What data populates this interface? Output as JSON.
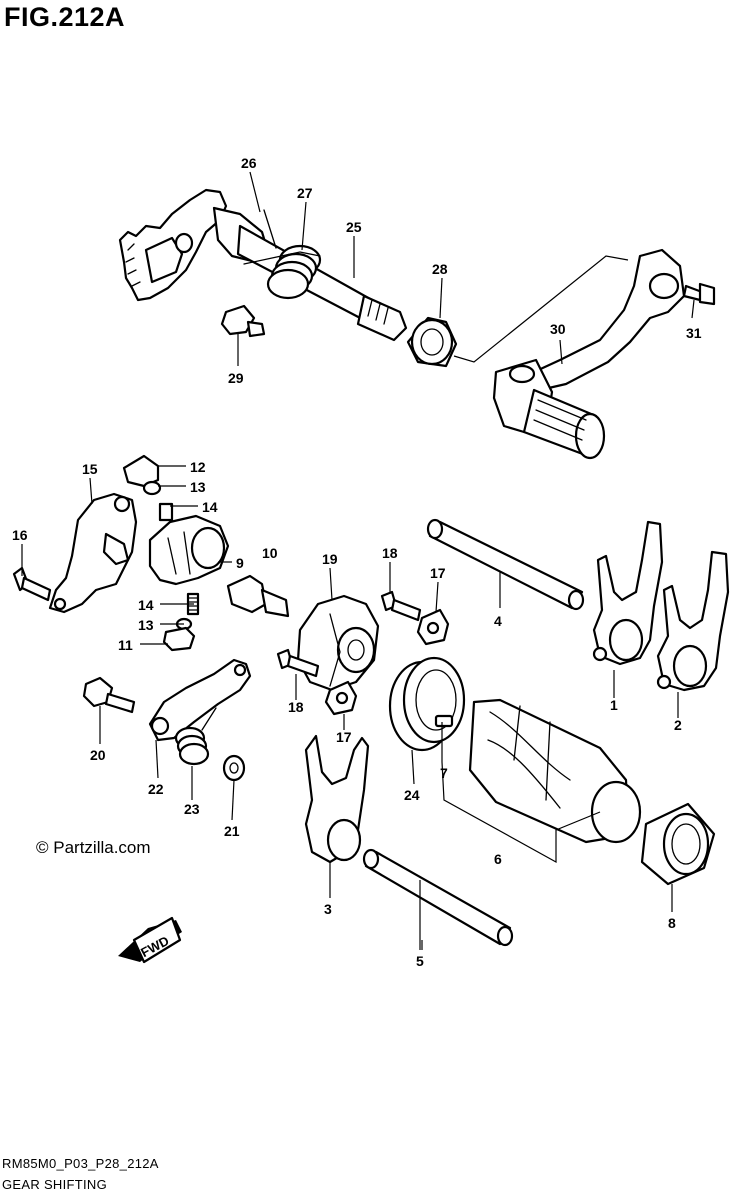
{
  "figure": {
    "title": "FIG.212A",
    "watermark": "© Partzilla.com",
    "fwd_label": "FWD",
    "footer_code": "RM85M0_P03_P28_212A",
    "footer_title": "GEAR SHIFTING"
  },
  "callouts": {
    "c1": "1",
    "c2": "2",
    "c3": "3",
    "c4": "4",
    "c5": "5",
    "c6": "6",
    "c7": "7",
    "c8": "8",
    "c9": "9",
    "c10": "10",
    "c11": "11",
    "c12": "12",
    "c13a": "13",
    "c13b": "13",
    "c14a": "14",
    "c14b": "14",
    "c15": "15",
    "c16": "16",
    "c17a": "17",
    "c17b": "17",
    "c18a": "18",
    "c18b": "18",
    "c19": "19",
    "c20": "20",
    "c21": "21",
    "c22": "22",
    "c23": "23",
    "c24": "24",
    "c25": "25",
    "c26": "26",
    "c27": "27",
    "c28": "28",
    "c29": "29",
    "c30": "30",
    "c31": "31"
  }
}
